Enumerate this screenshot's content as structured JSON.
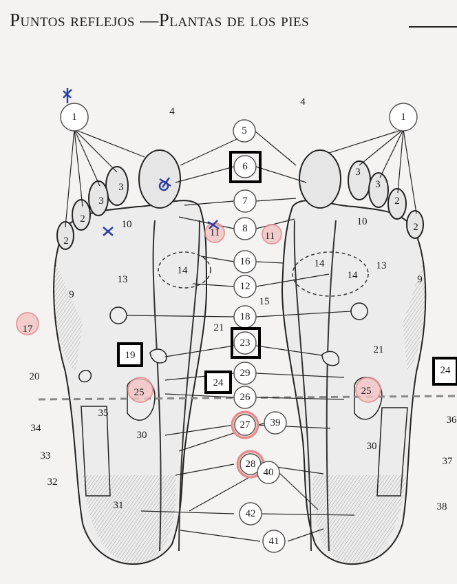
{
  "title": "Puntos reflejos —Plantas de los pies",
  "colors": {
    "ink": "#222222",
    "shade": "#8a8a8a",
    "highlight": "#e28a8a",
    "pen": "#2a3fa0",
    "box": "#000000"
  },
  "center_points": [
    "5",
    "6",
    "7",
    "8",
    "16",
    "12",
    "18",
    "23",
    "29",
    "26",
    "27",
    "39",
    "28",
    "40",
    "42",
    "41"
  ],
  "left_foot_labels": [
    "1",
    "4",
    "2",
    "3",
    "3",
    "2",
    "10",
    "11",
    "14",
    "13",
    "9",
    "17",
    "19",
    "20",
    "25",
    "21",
    "24",
    "35",
    "34",
    "33",
    "32",
    "31",
    "30"
  ],
  "right_foot_labels": [
    "4",
    "1",
    "3",
    "3",
    "2",
    "2",
    "10",
    "11",
    "14",
    "14",
    "13",
    "15",
    "9",
    "21",
    "24",
    "25",
    "36",
    "30",
    "37",
    "38"
  ],
  "highlighted": [
    "11",
    "11",
    "27",
    "28",
    "17",
    "25",
    "25"
  ],
  "boxed": [
    "6",
    "23",
    "19",
    "24",
    "24"
  ],
  "pen_marks": [
    "x-over-1",
    "x-over-6",
    "x-over-10",
    "x-over-11"
  ]
}
